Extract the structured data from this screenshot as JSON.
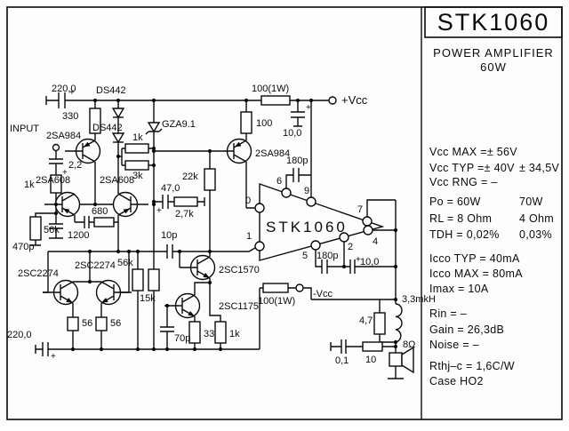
{
  "title_block": {
    "title": "STK1060",
    "line1": "POWER AMPLIFIER",
    "line2": "60W"
  },
  "specs": {
    "rows": [
      {
        "main": "Vcc MAX =± 56V",
        "alt": ""
      },
      {
        "main": "Vcc TYP =± 40V",
        "alt": "± 34,5V"
      },
      {
        "main": "Vcc RNG =  –",
        "alt": ""
      },
      {
        "main": "Po  = 60W",
        "alt": "70W"
      },
      {
        "main": "RL  = 8 Ohm",
        "alt": "4 Ohm"
      },
      {
        "main": "TDH = 0,02%",
        "alt": "0,03%"
      },
      {
        "main": "Icco TYP = 40mA",
        "alt": ""
      },
      {
        "main": "Icco MAX = 80mA",
        "alt": ""
      },
      {
        "main": "Imax =   10A",
        "alt": ""
      },
      {
        "main": "Rin  =  –",
        "alt": ""
      },
      {
        "main": "Gain = 26,3dB",
        "alt": ""
      },
      {
        "main": "Noise =   –",
        "alt": ""
      },
      {
        "main": "Rthj–c = 1,6C/W",
        "alt": ""
      },
      {
        "main": "Case  HO2",
        "alt": ""
      }
    ]
  },
  "schematic": {
    "labels": {
      "input": "INPUT",
      "c_top": "220,0",
      "d1": "DS442",
      "d2": "DS442",
      "r_330": "330",
      "q1": "2SA984",
      "c_in": "2,2",
      "r_in": "1k",
      "r_bias": "56k",
      "c_bypass": "470p",
      "q2": "2SA608",
      "q3": "2SA608",
      "r_680": "680",
      "c_1200": "1200",
      "zd": "GZA9.1",
      "r_1k": "1k",
      "r_3k": "3k",
      "c_47": "47,0",
      "r_2k7": "2,7k",
      "c_10p": "10p",
      "r_22k": "22k",
      "q4": "2SC2274",
      "q5": "2SC2274",
      "r_56_l": "56",
      "r_56_r": "56",
      "c_bot": "220,0",
      "r_56k2": "56k",
      "r_15k": "15k",
      "c_70p": "70p",
      "q7": "2SC1570",
      "q8": "2SC1175",
      "r_33": "33",
      "r_1k_bot": "1k",
      "q6": "2SA984",
      "r_100": "100",
      "r_100w_top": "100(1W)",
      "vcc_pos": "+Vcc",
      "c_10_top": "10,0",
      "c_180p_top": "180p",
      "r_100w_bot": "100(1W)",
      "vcc_neg": "-Vcc",
      "c_180p_bot": "180p",
      "c_10_bot": "10,0",
      "ic_name": "STK1060",
      "pin_0": "0",
      "pin_1": "1",
      "pin_2": "2",
      "pin_4": "4",
      "pin_5": "5",
      "pin_6": "6",
      "pin_7": "7",
      "pin_9": "9",
      "r_4_7": "4,7",
      "l_out": "3,3mkH",
      "spk": "8Ω",
      "c_01": "0,1",
      "r_10": "10",
      "plus": "+"
    }
  }
}
